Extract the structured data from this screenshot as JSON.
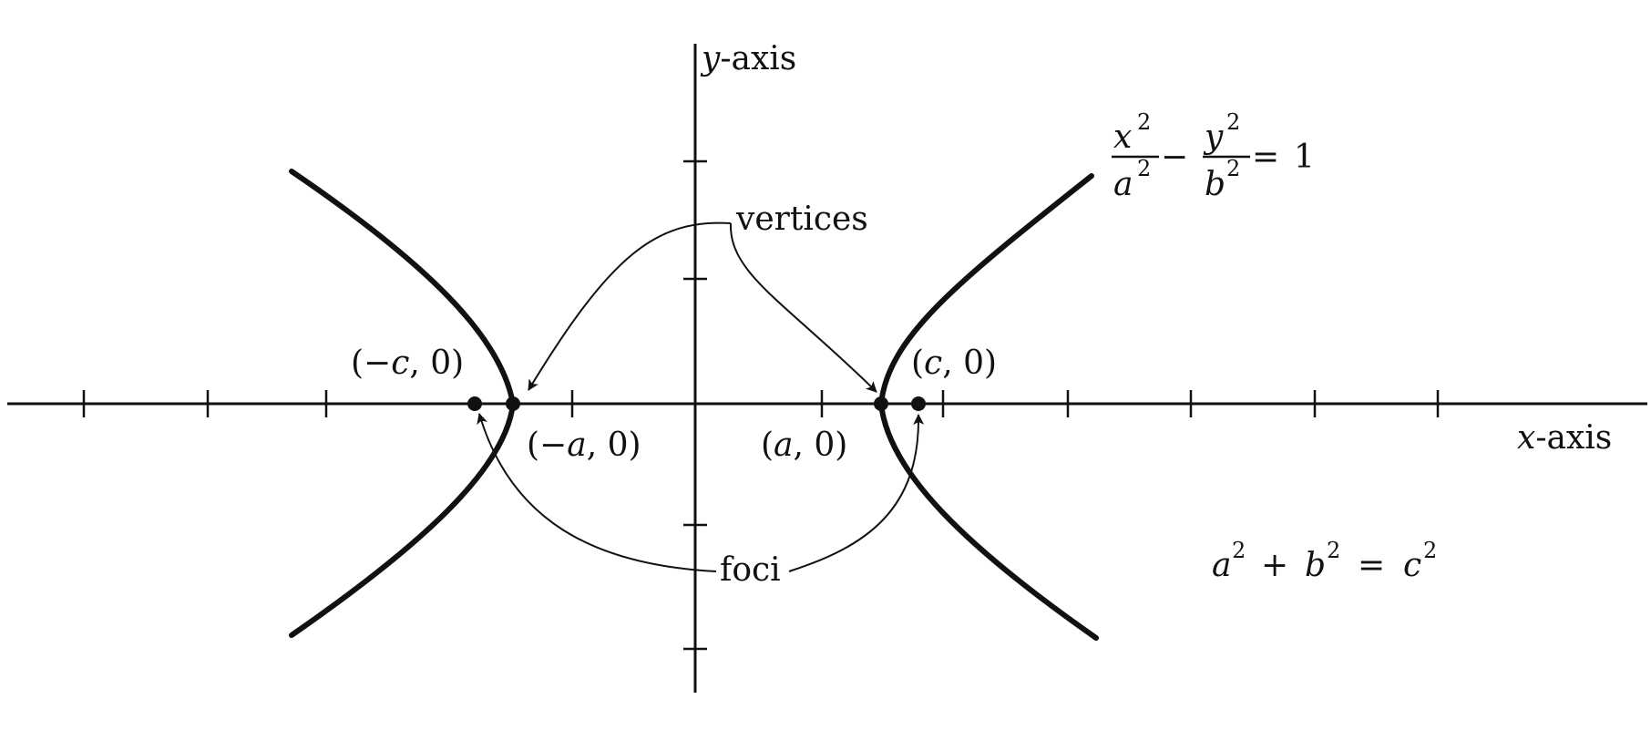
{
  "labels": {
    "y_axis": {
      "var": "y",
      "text": "-axis"
    },
    "x_axis": {
      "var": "x",
      "text": "-axis"
    },
    "vertices": "vertices",
    "foci": "foci",
    "neg_c_point": {
      "open": "(−",
      "var": "c",
      "close": ", 0)"
    },
    "pos_c_point": {
      "open": "(",
      "var": "c",
      "close": ", 0)"
    },
    "neg_a_point": {
      "open": "(−",
      "var": "a",
      "close": ", 0)"
    },
    "pos_a_point": {
      "open": "(",
      "var": "a",
      "close": ", 0)"
    }
  },
  "equation": {
    "numerator_1": "x",
    "denominator_1": "a",
    "minus": "−",
    "numerator_2": "y",
    "denominator_2": "b",
    "equals": "=",
    "rhs": "1",
    "exponent": "2"
  },
  "relation": {
    "a": "a",
    "plus": "+",
    "b": "b",
    "equals": "=",
    "c": "c",
    "exponent": "2"
  },
  "colors": {
    "ink": "#111111",
    "background": "#ffffff"
  }
}
